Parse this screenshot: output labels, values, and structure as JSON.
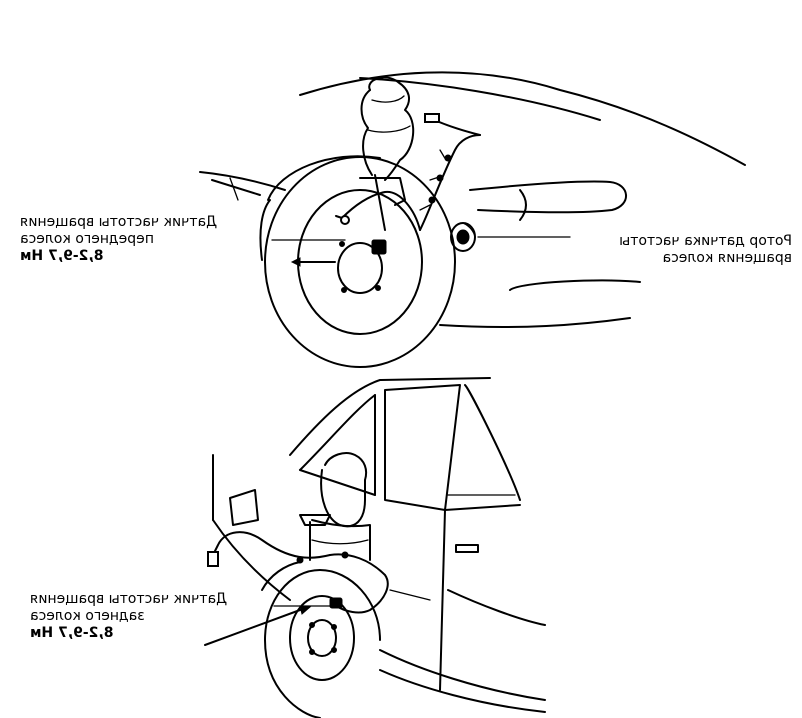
{
  "labels": {
    "front_sensor": {
      "lines": [
        "Датчик частоты вращения",
        "переднего колеса"
      ],
      "torque": "8,2-9,7 Нм"
    },
    "rotor": {
      "lines": [
        "Ротор датчика частоты",
        "вращения колеса"
      ]
    },
    "rear_sensor": {
      "lines": [
        "Датчик частоты вращения",
        "заднего колеса"
      ],
      "torque": "8,2-9,7 Нм"
    }
  },
  "colors": {
    "ink": "#000000",
    "paper": "#ffffff"
  }
}
